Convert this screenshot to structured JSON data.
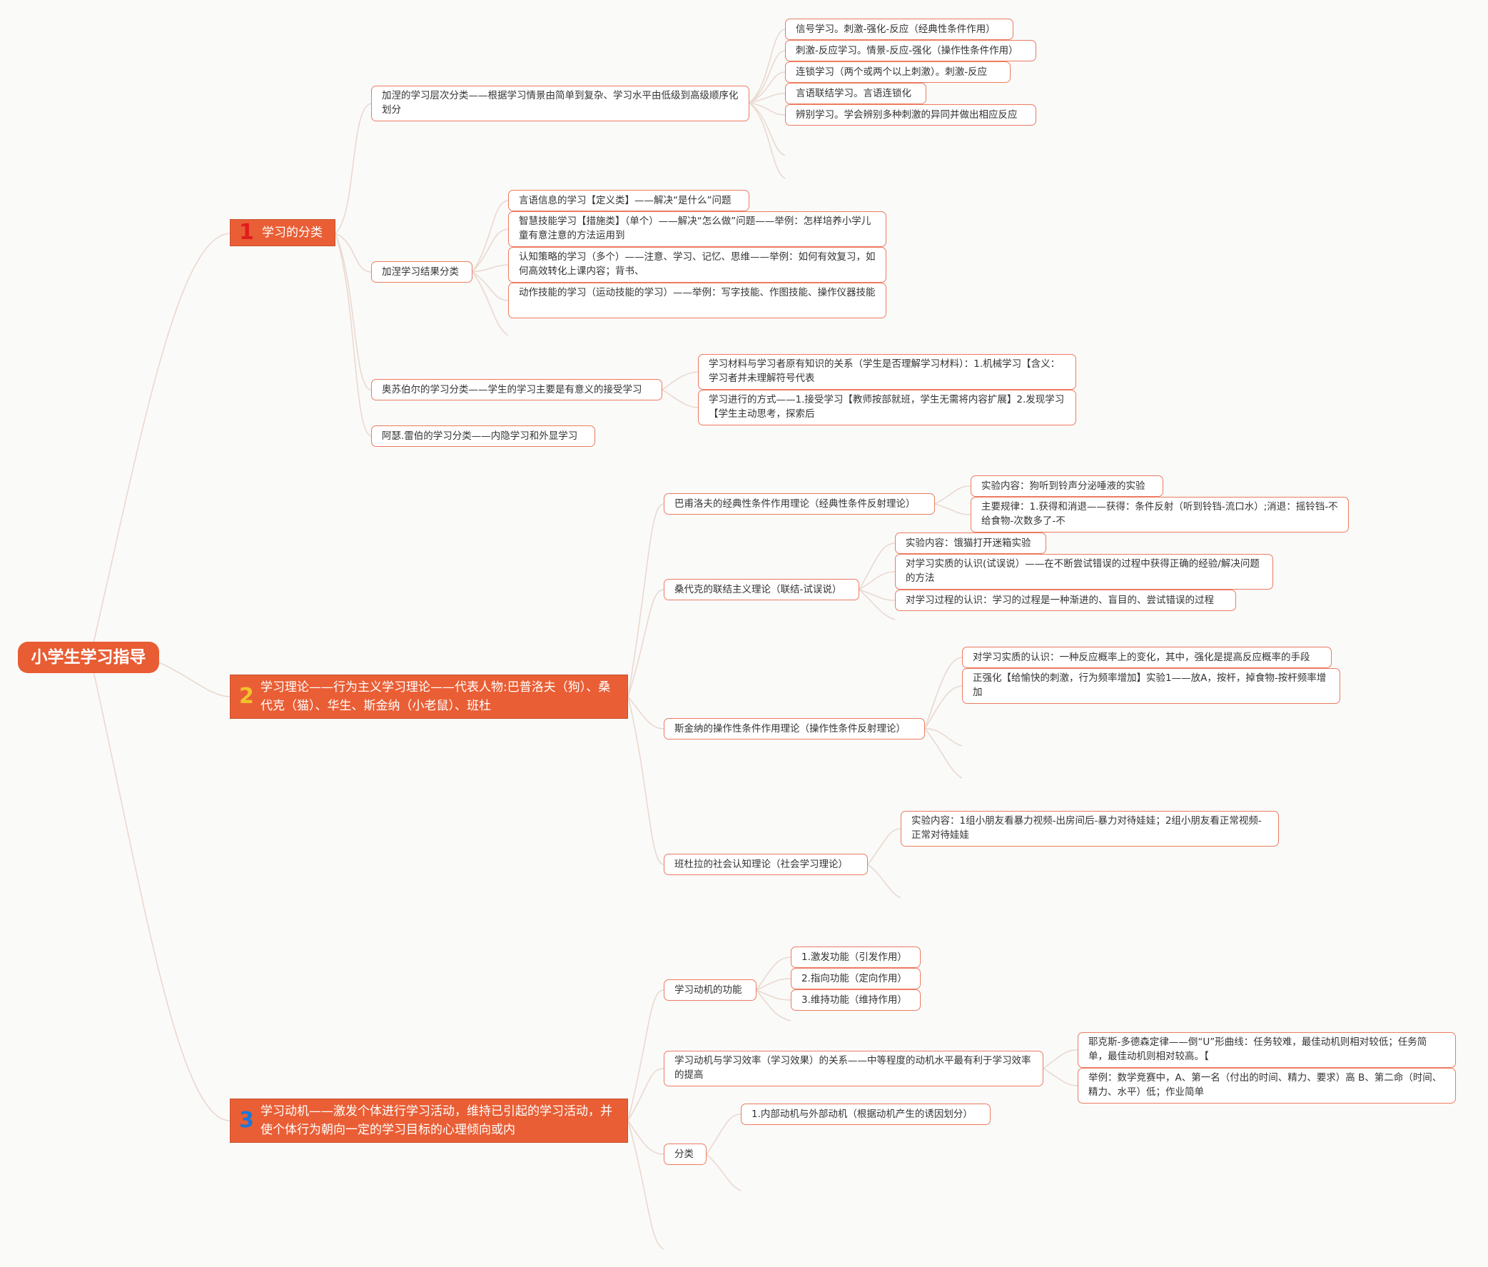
{
  "root": "小学生学习指导",
  "colors": {
    "accent": "#e95e35",
    "border": "#ec7b5f",
    "link": "#ead9cf",
    "n1": "#e11d1d",
    "n2": "#f3c22c",
    "n3": "#1c77d8"
  },
  "b1": {
    "num": "1",
    "title": "学习的分类",
    "c1": {
      "text": "加涅的学习层次分类——根据学习情景由简单到复杂、学习水平由低级到高级顺序化划分",
      "items": [
        "信号学习。刺激-强化-反应（经典性条件作用）",
        "刺激-反应学习。情景-反应-强化（操作性条件作用）",
        "连锁学习（两个或两个以上刺激）。刺激-反应",
        "言语联结学习。言语连锁化",
        "辨别学习。学会辨别多种刺激的异同并做出相应反应"
      ]
    },
    "c2": {
      "text": "加涅学习结果分类",
      "items": [
        "言语信息的学习【定义类】——解决“是什么”问题",
        "智慧技能学习【措施类】（单个）——解决“怎么做”问题——举例：怎样培养小学儿童有意注意的方法运用到",
        "认知策略的学习（多个）——注意、学习、记忆、思维——举例：如何有效复习，如何高效转化上课内容；背书、",
        "动作技能的学习（运动技能的学习）——举例：写字技能、作图技能、操作仪器技能"
      ]
    },
    "c3": {
      "text": "奥苏伯尔的学习分类——学生的学习主要是有意义的接受学习",
      "items": [
        "学习材料与学习者原有知识的关系（学生是否理解学习材料）：1.机械学习【含义：学习者并未理解符号代表",
        "学习进行的方式——1.接受学习【教师按部就班，学生无需将内容扩展】2.发现学习【学生主动思考，探索后"
      ]
    },
    "c4": {
      "text": "阿瑟.雷伯的学习分类——内隐学习和外显学习"
    }
  },
  "b2": {
    "num": "2",
    "title": "学习理论——行为主义学习理论——代表人物:巴普洛夫（狗）、桑代克（猫）、华生、斯金纳（小老鼠）、班杜",
    "c1": {
      "text": "巴甫洛夫的经典性条件作用理论（经典性条件反射理论）",
      "items": [
        "实验内容：狗听到铃声分泌唾液的实验",
        "主要规律：1.获得和消退——获得：条件反射（听到铃铛-流口水）;消退：摇铃铛-不给食物-次数多了-不"
      ]
    },
    "c2": {
      "text": "桑代克的联结主义理论（联结-试误说）",
      "items": [
        "实验内容：饿猫打开迷箱实验",
        "对学习实质的认识(试误说）——在不断尝试错误的过程中获得正确的经验/解决问题的方法",
        "对学习过程的认识：学习的过程是一种渐进的、盲目的、尝试错误的过程"
      ]
    },
    "c3": {
      "text": "斯金纳的操作性条件作用理论（操作性条件反射理论）",
      "items": [
        "对学习实质的认识：一种反应概率上的变化，其中，强化是提高反应概率的手段",
        "正强化【给愉快的刺激，行为频率增加】实验1——放A，按杆，掉食物-按杆频率增加"
      ]
    },
    "c4": {
      "text": "班杜拉的社会认知理论（社会学习理论）",
      "items": [
        "实验内容：1组小朋友看暴力视频-出房间后-暴力对待娃娃；2组小朋友看正常视频-正常对待娃娃"
      ]
    }
  },
  "b3": {
    "num": "3",
    "title": "学习动机——激发个体进行学习活动，维持已引起的学习活动，并使个体行为朝向一定的学习目标的心理倾向或内",
    "c1": {
      "text": "学习动机的功能",
      "items": [
        "1.激发功能（引发作用）",
        "2.指向功能（定向作用）",
        "3.维持功能（维持作用）"
      ]
    },
    "c2": {
      "text": "学习动机与学习效率（学习效果）的关系——中等程度的动机水平最有利于学习效率的提高",
      "items": [
        "耶克斯-多德森定律——倒“U”形曲线：任务较难，最佳动机则相对较低；任务简单，最佳动机则相对较高。【",
        "举例：数学竞赛中，A、第一名（付出的时间、精力、要求）高 B、第二命（时间、精力、水平）低；作业简单"
      ]
    },
    "c3": {
      "text": "分类",
      "items": [
        "1.内部动机与外部动机（根据动机产生的诱因划分）"
      ]
    }
  }
}
